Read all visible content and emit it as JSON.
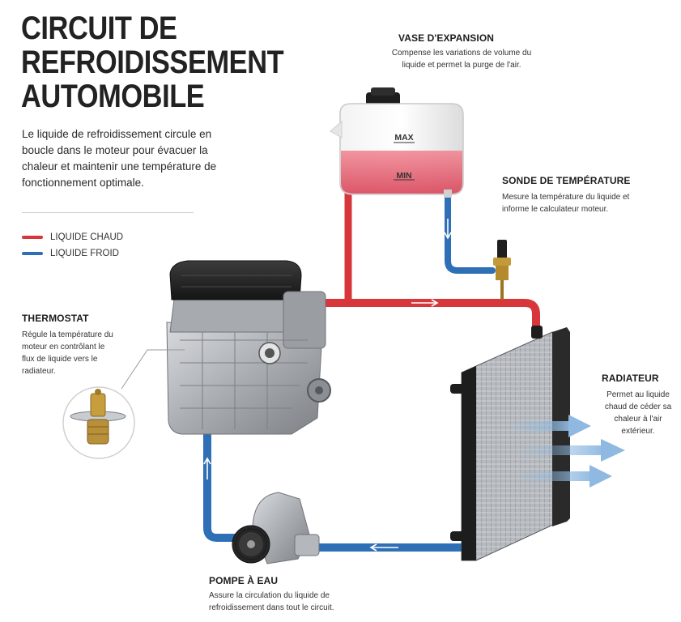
{
  "title": {
    "line1": "CIRCUIT DE",
    "line2": "REFROIDISSEMENT",
    "line3": "AUTOMOBILE"
  },
  "intro": "Le liquide de refroidissement circule en boucle dans le moteur pour évacuer la chaleur et maintenir une température de fonctionnement optimale.",
  "legend": [
    {
      "label": "LIQUIDE CHAUD",
      "color": "#d7373a"
    },
    {
      "label": "LIQUIDE FROID",
      "color": "#2f6fb6"
    }
  ],
  "components": {
    "expansion_tank": {
      "title": "VASE D'EXPANSION",
      "description": "Compense les variations de volume du liquide et permet la purge de l'air.",
      "max_label": "MAX",
      "min_label": "MIN"
    },
    "temperature_sensor": {
      "title": "SONDE DE TEMPÉRATURE",
      "description": "Mesure la température du liquide et informe le calculateur moteur."
    },
    "thermostat": {
      "title": "THERMOSTAT",
      "description": "Régule la température du moteur en contrôlant le flux de liquide vers le radiateur."
    },
    "radiator": {
      "title": "RADIATEUR",
      "description": "Permet au liquide chaud de céder sa chaleur à l'air extérieur."
    },
    "water_pump": {
      "title": "POMPE À EAU",
      "description": "Assure la circulation du liquide de refroidissement dans tout le circuit."
    }
  },
  "colors": {
    "hot": "#d7373a",
    "cold": "#2f6fb6",
    "airflow": "#8fb9e0",
    "metal": "#b9bcc0",
    "engine_cover": "#2b2b2b"
  }
}
